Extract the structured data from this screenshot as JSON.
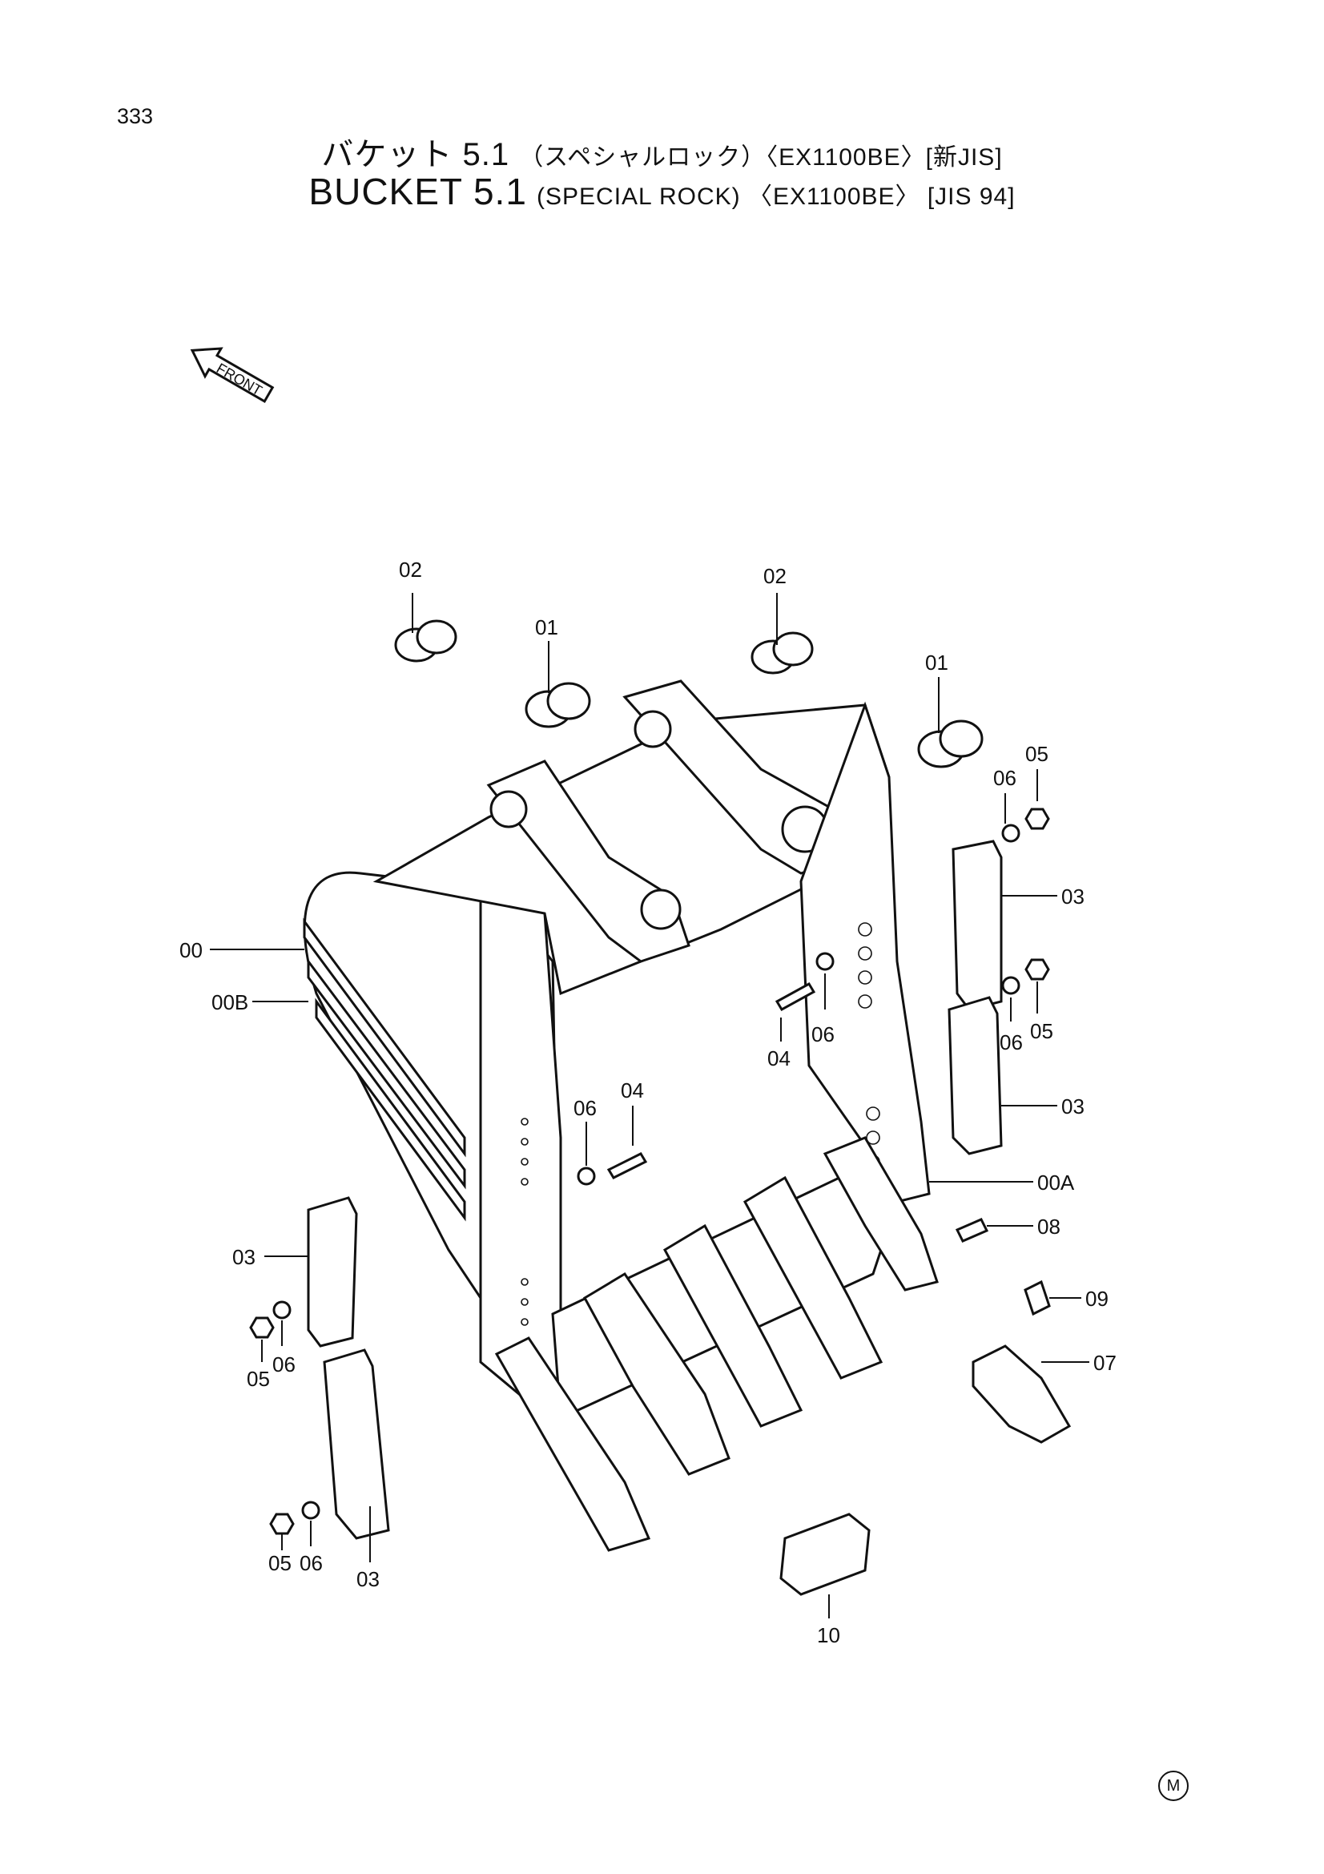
{
  "page_number": "333",
  "title_jp": {
    "main": "バケット 5.1",
    "sub": "（スペシャルロック）〈EX1100BE〉[新JIS]"
  },
  "title_en": {
    "main": "BUCKET 5.1",
    "sub": "(SPECIAL ROCK) 〈EX1100BE〉 [JIS 94]"
  },
  "front_label": "FRONT",
  "corner_mark": "M",
  "callouts": {
    "c02a": "02",
    "c02b": "02",
    "c01a": "01",
    "c01b": "01",
    "c06a": "06",
    "c05a": "05",
    "c03a": "03",
    "c00": "00",
    "c00B": "00B",
    "c04a": "04",
    "c06b": "06",
    "c06c": "06",
    "c05b": "05",
    "c03b": "03",
    "c04b": "04",
    "c06d": "06",
    "c00A": "00A",
    "c08": "08",
    "c03c": "03",
    "c09": "09",
    "c07": "07",
    "c05c": "05",
    "c06e": "06",
    "c05d": "05",
    "c06f": "06",
    "c03d": "03",
    "c10": "10"
  }
}
